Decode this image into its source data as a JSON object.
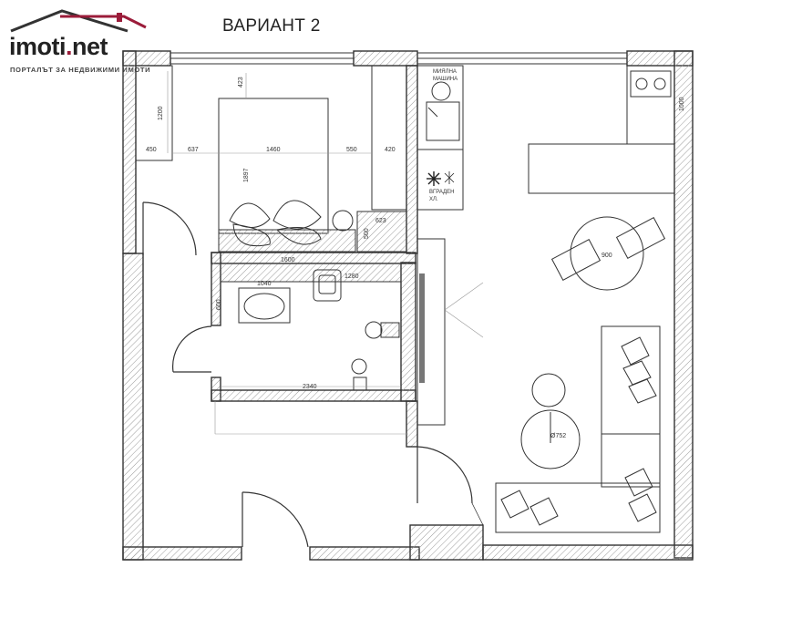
{
  "title": "ВАРИАНТ 2",
  "logo": {
    "name_main": "imoti",
    "name_dot": ".",
    "name_tld": "net",
    "tagline": "ПОРТАЛЪТ ЗА НЕДВИЖИМИ ИМОТИ",
    "roof_color": "#9b1c3a"
  },
  "labels": {
    "dishwasher_line1": "МИЯЛНА",
    "dishwasher_line2": "МАШИНА",
    "fridge_line1": "ВГРАДЕН",
    "fridge_line2": "ХЛ."
  },
  "dimensions": {
    "d450": "450",
    "d637": "637",
    "d1460": "1460",
    "d550": "550",
    "d420": "420",
    "d423": "423",
    "d1200": "1200",
    "d1897": "1897",
    "d623": "623",
    "d500": "500",
    "d1600": "1600",
    "d1040": "1040",
    "d1280": "1280",
    "d600": "600",
    "d2340": "2340",
    "d1000": "1000",
    "d900": "900",
    "d752": "Ø752"
  },
  "colors": {
    "wall": "#333333",
    "hatch": "#9a9a9a",
    "brand": "#9b1c3a"
  }
}
